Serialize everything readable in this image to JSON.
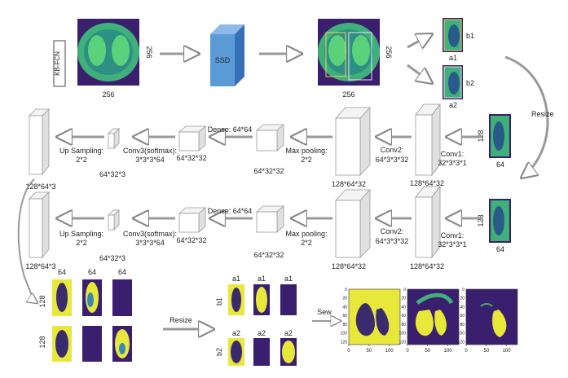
{
  "title_box": {
    "label": "KB-FCN"
  },
  "input": {
    "width_label": "256",
    "height_label": "256"
  },
  "ssd": {
    "label": "SSD"
  },
  "detected": {
    "width_label": "256",
    "height_label": "256"
  },
  "crops": {
    "top": {
      "box": "b1",
      "name": "a1"
    },
    "bottom": {
      "box": "b2",
      "name": "a2"
    }
  },
  "resize_label": "Resize",
  "branch1": {
    "input_h": "128",
    "input_w": "64",
    "conv1": "Conv1:",
    "conv1_k": "32*3*3*1",
    "conv1_size": "128*64*32",
    "conv2": "Conv2:",
    "conv2_k": "64*3*3*32",
    "conv2_size": "128*64*32",
    "maxpool": "Max pooling:",
    "maxpool_k": "2*2",
    "maxpool_size": "64*32*32",
    "dense": "Dense: 64*64",
    "dense_size": "64*32*32",
    "conv3": "Conv3(softmax):",
    "conv3_k": "3*3*3*64",
    "conv3_size": "64*32*3",
    "up": "Up Sampling:",
    "up_k": "2*2",
    "up_size": "128*64*3"
  },
  "branch2": {
    "input_h": "128",
    "input_w": "64",
    "conv1": "Conv1:",
    "conv1_k": "32*3*3*1",
    "conv1_size": "128*64*32",
    "conv2": "Conv2:",
    "conv2_k": "64*3*3*32",
    "conv2_size": "128*64*32",
    "maxpool": "Max pooling:",
    "maxpool_k": "2*2",
    "maxpool_size": "64*32*32",
    "dense": "Dense: 64*64",
    "dense_size": "64*32*32",
    "conv3": "Conv3(softmax):",
    "conv3_k": "3*3*3*64",
    "conv3_size": "64*32*3",
    "up": "Up Sampling:",
    "up_k": "2*2",
    "up_size": "128*64*3"
  },
  "outputs": {
    "col_labels": [
      "64",
      "64",
      "64"
    ],
    "row_label": "128"
  },
  "resize2_label": "Resize",
  "resized": {
    "top": [
      "a1",
      "a1",
      "a1"
    ],
    "bottom": [
      "a2",
      "a2",
      "a2"
    ],
    "row_top": "b1",
    "row_bottom": "b2"
  },
  "sew_label": "Sew",
  "final_axes": {
    "x_ticks": [
      "0",
      "50",
      "100"
    ],
    "y_ticks": [
      "0",
      "20",
      "40",
      "60",
      "80",
      "100",
      "120"
    ]
  }
}
